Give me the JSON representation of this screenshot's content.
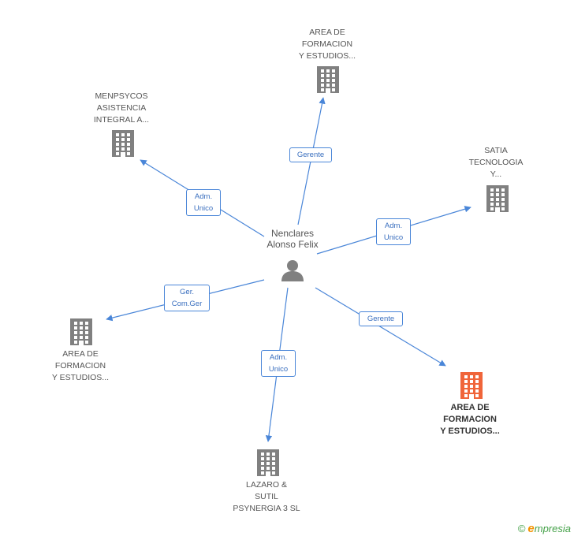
{
  "center": {
    "name_line1": "Nenclares",
    "name_line2": "Alonso Felix"
  },
  "companies": [
    {
      "id": "c1",
      "lines": [
        "AREA DE",
        "FORMACION",
        "Y ESTUDIOS..."
      ],
      "highlight": false
    },
    {
      "id": "c2",
      "lines": [
        "MENPSYCOS",
        "ASISTENCIA",
        "INTEGRAL A..."
      ],
      "highlight": false
    },
    {
      "id": "c3",
      "lines": [
        "SATIA",
        "TECNOLOGIA",
        "Y..."
      ],
      "highlight": false
    },
    {
      "id": "c4",
      "lines": [
        "AREA DE",
        "FORMACION",
        "Y ESTUDIOS..."
      ],
      "highlight": false
    },
    {
      "id": "c5",
      "lines": [
        "LAZARO &",
        "SUTIL",
        "PSYNERGIA 3 SL"
      ],
      "highlight": false
    },
    {
      "id": "c6",
      "lines": [
        "AREA DE",
        "FORMACION",
        "Y ESTUDIOS..."
      ],
      "highlight": true
    }
  ],
  "relations": [
    {
      "target": "c1",
      "lines": [
        "Gerente"
      ]
    },
    {
      "target": "c2",
      "lines": [
        "Adm.",
        "Unico"
      ]
    },
    {
      "target": "c3",
      "lines": [
        "Adm.",
        "Unico"
      ]
    },
    {
      "target": "c4",
      "lines": [
        "Ger.",
        "Com.Ger"
      ]
    },
    {
      "target": "c5",
      "lines": [
        "Adm.",
        "Unico"
      ]
    },
    {
      "target": "c6",
      "lines": [
        "Gerente"
      ]
    }
  ],
  "colors": {
    "edge": "#4a86d8",
    "building": "#808080",
    "building_highlight": "#f0653a",
    "person": "#808080"
  },
  "icons": {
    "company": "building-icon",
    "person": "person-icon"
  },
  "footer": {
    "copyright": "©",
    "brand_initial": "e",
    "brand_rest": "mpresia"
  }
}
